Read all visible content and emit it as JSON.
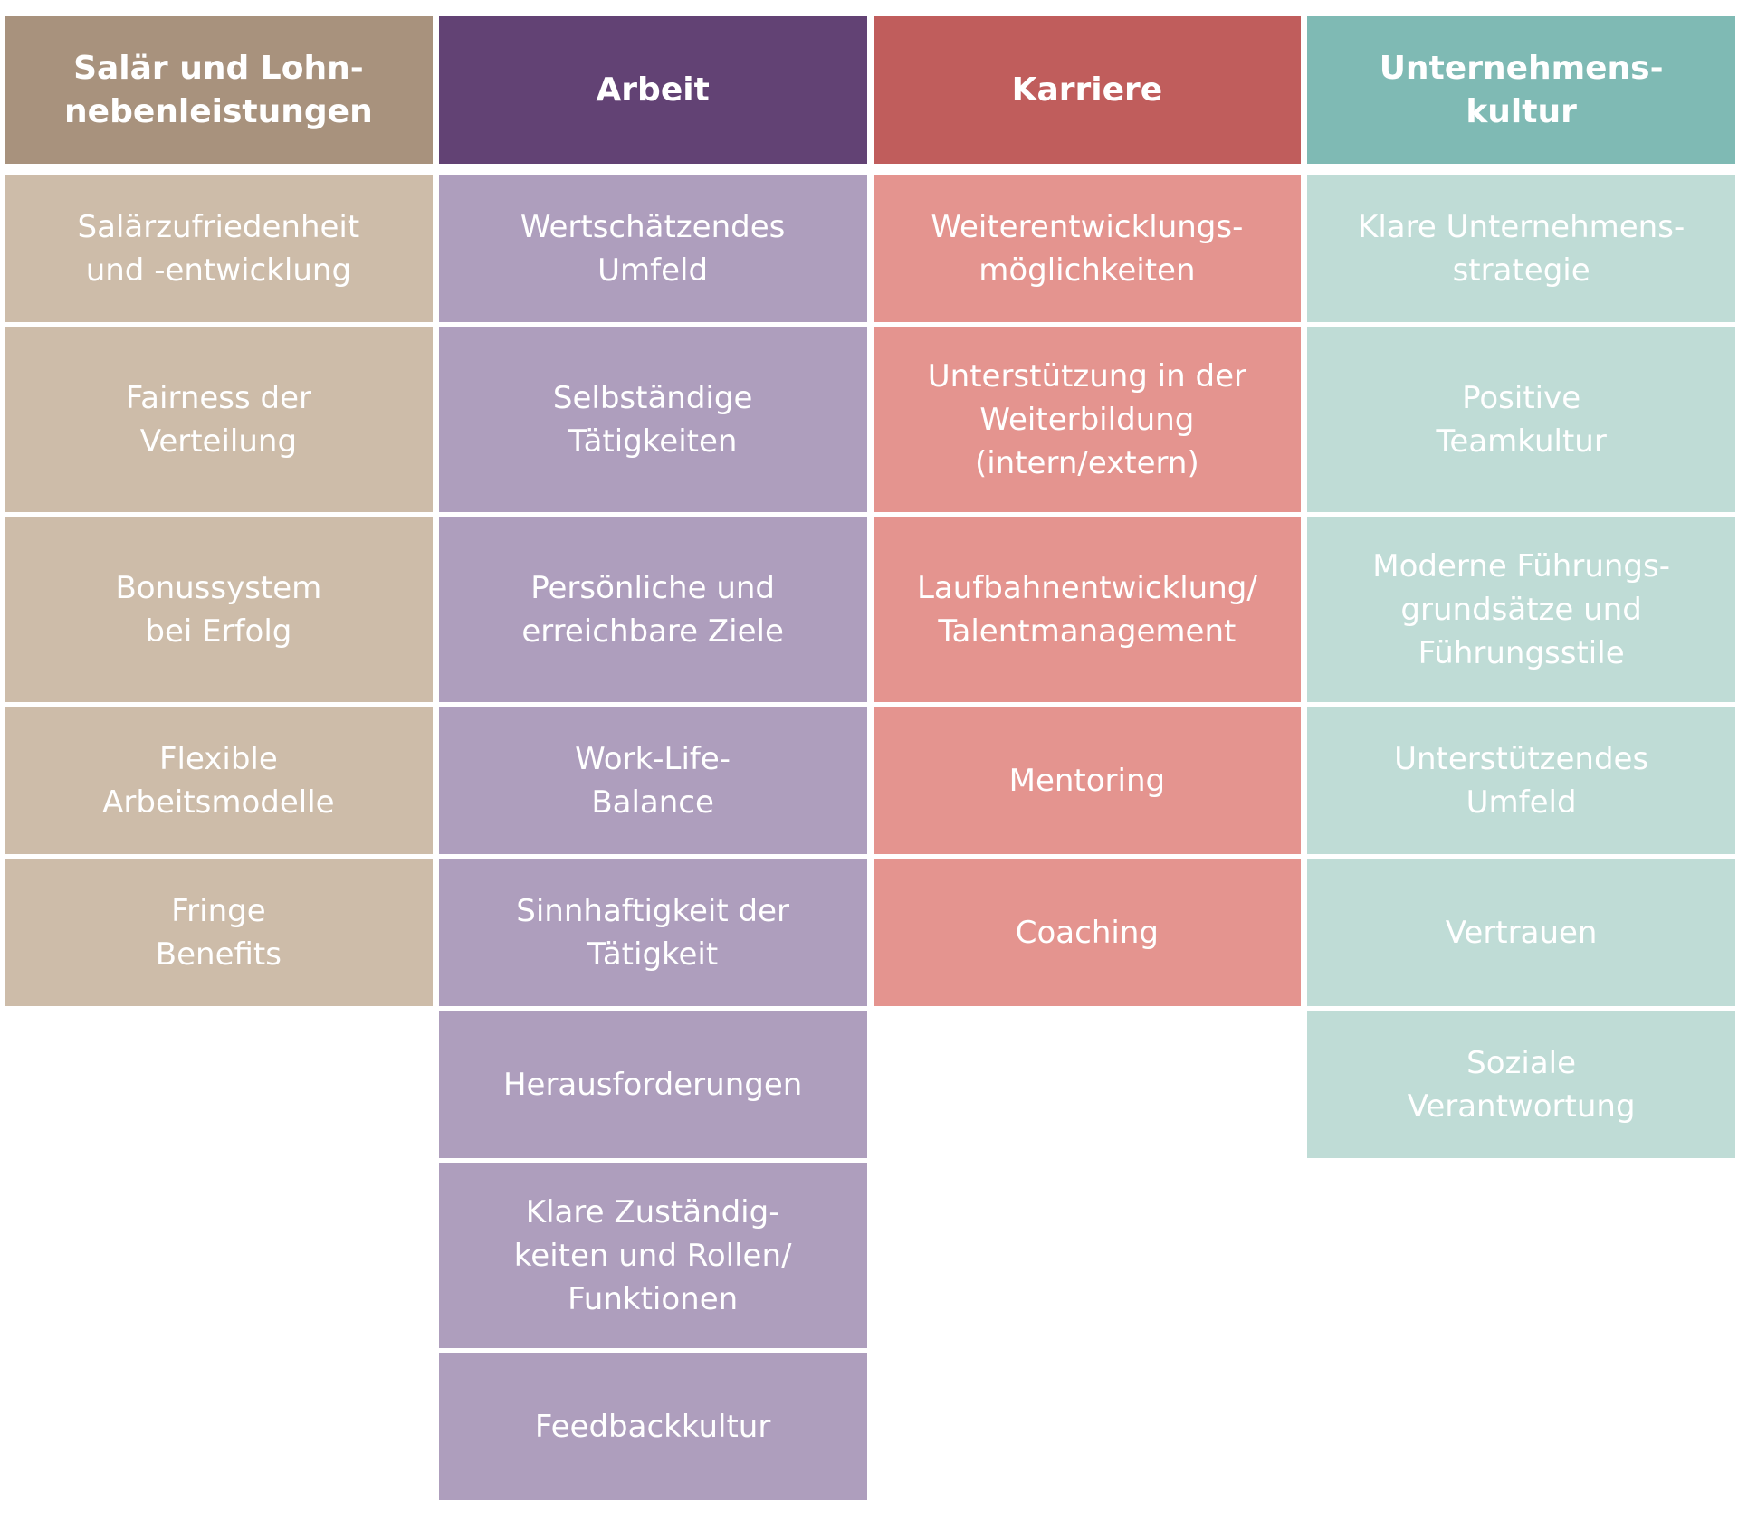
{
  "columns": [
    {
      "title": "Salär und Lohn-\nnebenleistungen",
      "header_color": "#a8927d",
      "item_color": "#cdbca9",
      "items": [
        "Salärzufriedenheit\nund -entwicklung",
        "Fairness der\nVerteilung",
        "Bonussystem\nbei Erfolg",
        "Flexible\nArbeitsmodelle",
        "Fringe\nBenefits"
      ]
    },
    {
      "title": "Arbeit",
      "header_color": "#624274",
      "item_color": "#ae9ebd",
      "items": [
        "Wertschätzendes\nUmfeld",
        "Selbständige\nTätigkeiten",
        "Persönliche und\nerreichbare Ziele",
        "Work-Life-\nBalance",
        "Sinnhaftigkeit der\nTätigkeit",
        "Herausforderungen",
        "Klare Zuständig-\nkeiten und Rollen/\nFunktionen",
        "Feedbackkultur"
      ]
    },
    {
      "title": "Karriere",
      "header_color": "#c05d5c",
      "item_color": "#e4948f",
      "items": [
        "Weiterentwicklungs-\nmöglichkeiten",
        "Unterstützung in der\nWeiterbildung\n(intern/extern)",
        "Laufbahnentwicklung/\nTalentmanagement",
        "Mentoring",
        "Coaching"
      ]
    },
    {
      "title": "Unternehmens-\nkultur",
      "header_color": "#7fbab4",
      "item_color": "#bfdcd6",
      "items": [
        "Klare Unternehmens-\nstrategie",
        "Positive\nTeamkultur",
        "Moderne Führungs-\ngrundsätze und\nFührungsstile",
        "Unterstützendes\nUmfeld",
        "Vertrauen",
        "Soziale\nVerantwortung"
      ]
    }
  ]
}
